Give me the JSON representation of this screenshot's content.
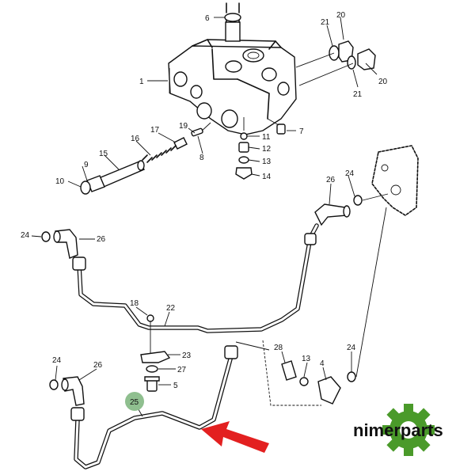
{
  "diagram": {
    "callouts": [
      {
        "id": "c1",
        "text": "1"
      },
      {
        "id": "c6",
        "text": "6"
      },
      {
        "id": "c20a",
        "text": "20"
      },
      {
        "id": "c21a",
        "text": "21"
      },
      {
        "id": "c20b",
        "text": "20"
      },
      {
        "id": "c21b",
        "text": "21"
      },
      {
        "id": "c7",
        "text": "7"
      },
      {
        "id": "c17",
        "text": "17"
      },
      {
        "id": "c19",
        "text": "19"
      },
      {
        "id": "c16",
        "text": "16"
      },
      {
        "id": "c11",
        "text": "11"
      },
      {
        "id": "c15",
        "text": "15"
      },
      {
        "id": "c8",
        "text": "8"
      },
      {
        "id": "c12",
        "text": "12"
      },
      {
        "id": "c9",
        "text": "9"
      },
      {
        "id": "c13a",
        "text": "13"
      },
      {
        "id": "c10",
        "text": "10"
      },
      {
        "id": "c14",
        "text": "14"
      },
      {
        "id": "c26a",
        "text": "26"
      },
      {
        "id": "c24a",
        "text": "24"
      },
      {
        "id": "c24b",
        "text": "24"
      },
      {
        "id": "c26b",
        "text": "26"
      },
      {
        "id": "c18",
        "text": "18"
      },
      {
        "id": "c22",
        "text": "22"
      },
      {
        "id": "c28",
        "text": "28"
      },
      {
        "id": "c24c",
        "text": "24"
      },
      {
        "id": "c13b",
        "text": "13"
      },
      {
        "id": "c4",
        "text": "4"
      },
      {
        "id": "c23",
        "text": "23"
      },
      {
        "id": "c24d",
        "text": "24"
      },
      {
        "id": "c26c",
        "text": "26"
      },
      {
        "id": "c27",
        "text": "27"
      },
      {
        "id": "c5",
        "text": "5"
      },
      {
        "id": "c25",
        "text": "25"
      }
    ],
    "highlight": {
      "callout": "25",
      "color": "#8fbf8f"
    },
    "arrow": {
      "color": "#e32020"
    }
  },
  "brand": {
    "name": "nimerparts",
    "gear_color": "#4a9a2a"
  }
}
